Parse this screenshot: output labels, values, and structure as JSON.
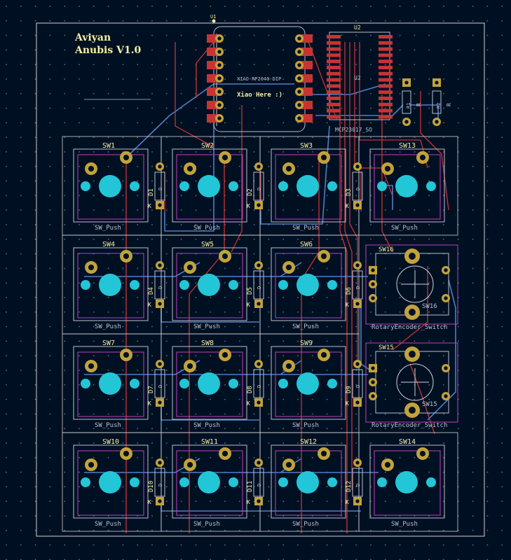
{
  "board": {
    "title_line1": "Aviyan",
    "title_line2": "Anubis V1.0",
    "colors": {
      "background": "#001023",
      "grid": "#5a6b7e",
      "edge": "#d0d0d0",
      "front_copper": "#c83434",
      "back_copper": "#4d7fc4",
      "pad": "#c2a23a",
      "pad_hole": "#001023",
      "npth": "#22c6d6",
      "silkscreen": "#f2eda1",
      "fab": "#b8c0cc",
      "courtyard": "#d0d0d0",
      "encoder_courtyard": "#c13ec1"
    }
  },
  "mcu": {
    "ref": "U1",
    "value": "XIAO-RP2040-DIP",
    "note": "Xiao Here :)"
  },
  "expander": {
    "ref_top": "U2",
    "ref_mid": "U2",
    "value": "MCP23017_SO"
  },
  "resistors": [
    {
      "ref": "R1",
      "value": "R"
    },
    {
      "ref": "R2",
      "value": "R"
    }
  ],
  "switches": [
    {
      "ref": "SW1",
      "value": "SW_Push",
      "diode": "D1"
    },
    {
      "ref": "SW2",
      "value": "SW_Push",
      "diode": "D2"
    },
    {
      "ref": "SW3",
      "value": "SW_Push",
      "diode": "D3"
    },
    {
      "ref": "SW13",
      "value": "SW_Push",
      "diode": ""
    },
    {
      "ref": "SW4",
      "value": "SW_Push",
      "diode": "D4"
    },
    {
      "ref": "SW5",
      "value": "SW_Push",
      "diode": "D5"
    },
    {
      "ref": "SW6",
      "value": "SW_Push",
      "diode": "D6"
    },
    {
      "ref": "SW7",
      "value": "SW_Push",
      "diode": "D7"
    },
    {
      "ref": "SW8",
      "value": "SW_Push",
      "diode": "D8"
    },
    {
      "ref": "SW9",
      "value": "SW_Push",
      "diode": "D9"
    },
    {
      "ref": "SW10",
      "value": "SW_Push",
      "diode": "D10"
    },
    {
      "ref": "SW11",
      "value": "SW_Push",
      "diode": "D11"
    },
    {
      "ref": "SW12",
      "value": "SW_Push",
      "diode": "D12"
    },
    {
      "ref": "SW14",
      "value": "SW_Push",
      "diode": ""
    }
  ],
  "encoders": [
    {
      "ref": "SW16",
      "value": "RotaryEncoder_Switch"
    },
    {
      "ref": "SW15",
      "value": "RotaryEncoder_Switch"
    }
  ],
  "diode_pin_label": "K",
  "diode_value": "D"
}
